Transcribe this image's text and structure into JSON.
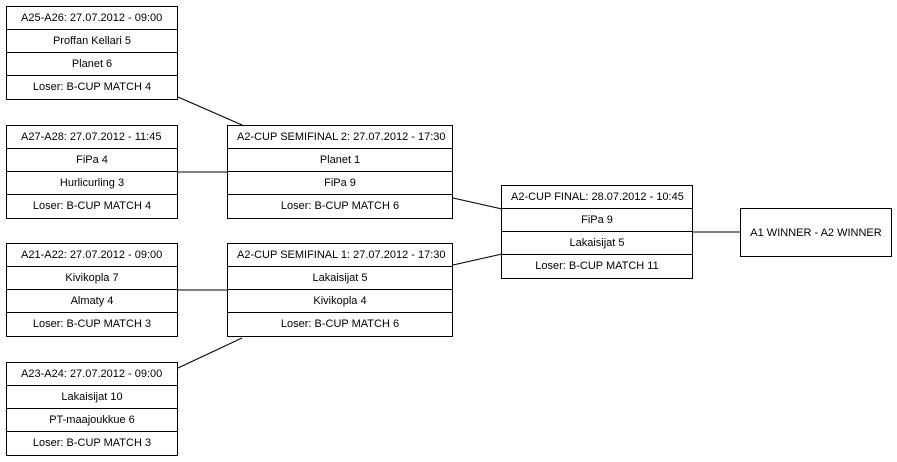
{
  "matches": [
    {
      "header": "A25-A26: 27.07.2012 - 09:00",
      "team1": "Proffan Kellari 5",
      "team2": "Planet 6",
      "loser": "Loser: B-CUP MATCH 4"
    },
    {
      "header": "A27-A28: 27.07.2012 - 11:45",
      "team1": "FiPa 4",
      "team2": "Hurlicurling 3",
      "loser": "Loser: B-CUP MATCH 4"
    },
    {
      "header": "A21-A22: 27.07.2012 - 09:00",
      "team1": "Kivikopla 7",
      "team2": "Almaty 4",
      "loser": "Loser: B-CUP MATCH 3"
    },
    {
      "header": "A23-A24: 27.07.2012 - 09:00",
      "team1": "Lakaisijat 10",
      "team2": "PT-maajoukkue 6",
      "loser": "Loser: B-CUP MATCH 3"
    },
    {
      "header": "A2-CUP SEMIFINAL 2: 27.07.2012 - 17:30",
      "team1": "Planet 1",
      "team2": "FiPa 9",
      "loser": "Loser: B-CUP MATCH 6"
    },
    {
      "header": "A2-CUP SEMIFINAL 1: 27.07.2012 - 17:30",
      "team1": "Lakaisijat 5",
      "team2": "Kivikopla 4",
      "loser": "Loser: B-CUP MATCH 6"
    },
    {
      "header": "A2-CUP FINAL: 28.07.2012 - 10:45",
      "team1": "FiPa 9",
      "team2": "Lakaisijat 5",
      "loser": "Loser: B-CUP MATCH 11"
    }
  ],
  "winner": "A1 WINNER - A2 WINNER"
}
